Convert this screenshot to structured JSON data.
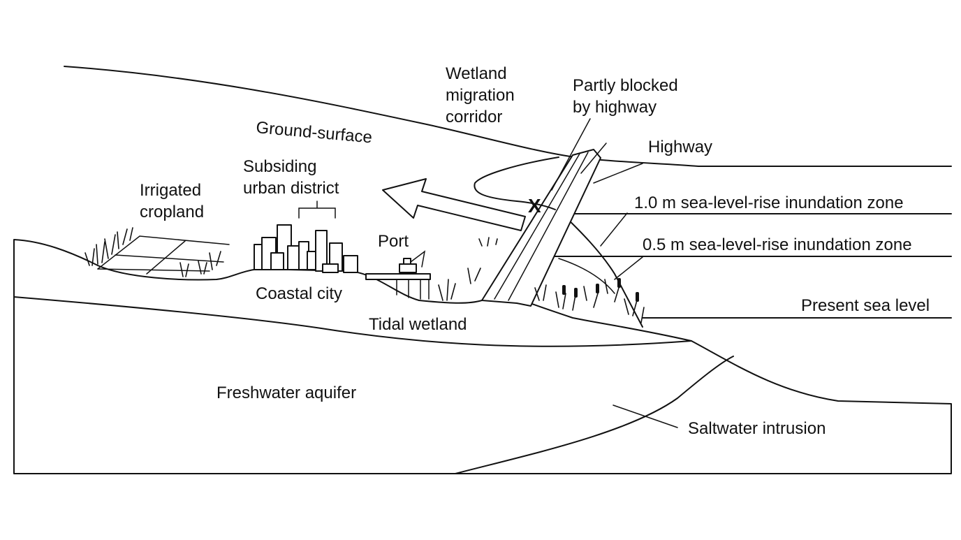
{
  "colors": {
    "ink": "#111111",
    "background": "#ffffff"
  },
  "labels": {
    "wetland_migration": [
      "Wetland",
      "migration",
      "corridor"
    ],
    "partly_blocked": [
      "Partly blocked",
      "by highway"
    ],
    "ground_surface": "Ground-surface",
    "highway": "Highway",
    "subsiding": [
      "Subsiding",
      "urban district"
    ],
    "irrigated": [
      "Irrigated",
      "cropland"
    ],
    "port": "Port",
    "slr_1m": "1.0 m sea-level-rise inundation zone",
    "slr_05m": "0.5 m sea-level-rise inundation zone",
    "present_sea_level": "Present sea level",
    "coastal_city": "Coastal city",
    "tidal_wetland": "Tidal wetland",
    "freshwater_aquifer": "Freshwater aquifer",
    "saltwater_intrusion": "Saltwater intrusion",
    "blocked_marker": "X"
  }
}
